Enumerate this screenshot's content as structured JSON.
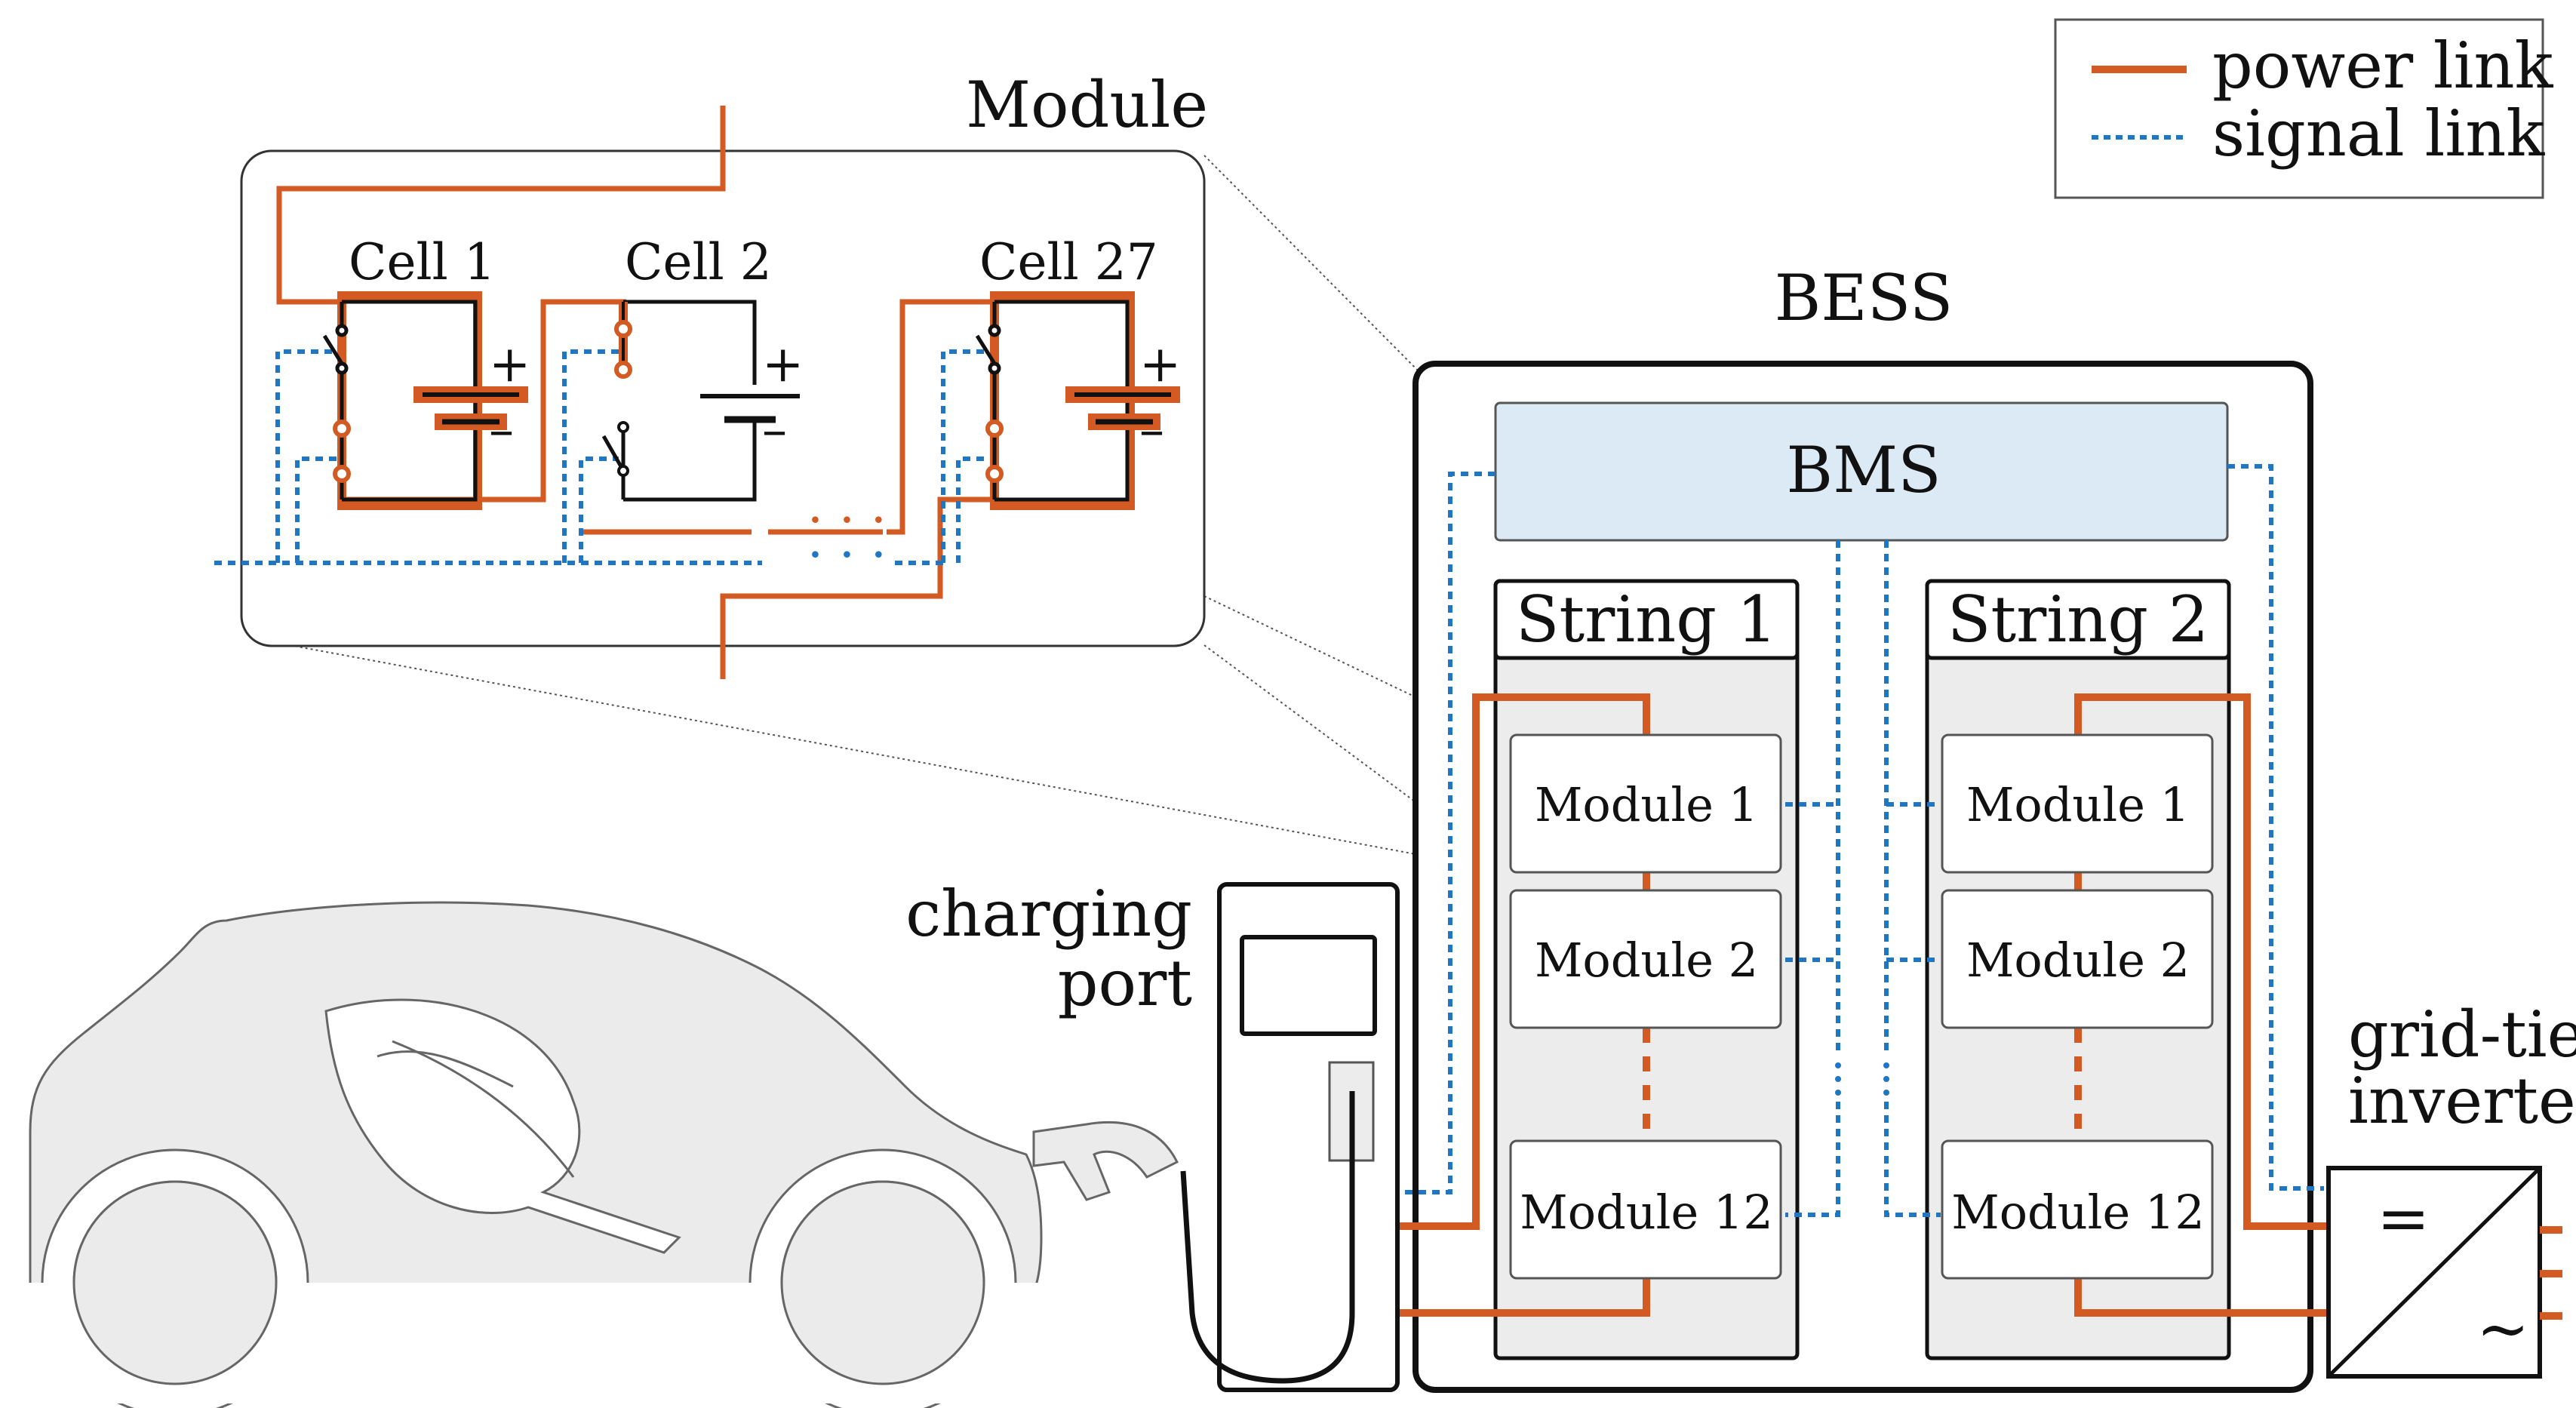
{
  "legend": {
    "power": "power link",
    "signal": "signal link"
  },
  "module_detail": {
    "title": "Module",
    "cells": [
      "Cell 1",
      "Cell 2",
      "Cell 27"
    ],
    "plus": "+",
    "minus": "–",
    "ellipsis": "· · ·"
  },
  "bess": {
    "title": "BESS",
    "bms": "BMS",
    "strings": [
      {
        "title": "String 1",
        "modules": [
          "Module 1",
          "Module 2",
          "Module 12"
        ]
      },
      {
        "title": "String 2",
        "modules": [
          "Module 1",
          "Module 2",
          "Module 12"
        ]
      }
    ]
  },
  "charging_port": [
    "charging",
    "port"
  ],
  "inverter": {
    "label": [
      "grid-tie",
      "inverter"
    ],
    "dc_symbol": "=",
    "ac_symbol": "~"
  },
  "colors": {
    "power": "#d35a22",
    "signal": "#1f77c4",
    "bms_fill": "#dceaf5",
    "string_fill": "#ececec",
    "car_fill": "#ebebeb",
    "outline": "#111111"
  },
  "icons": [
    "leaf-icon",
    "car-icon",
    "charger-icon",
    "battery-icon",
    "switch-icon"
  ]
}
